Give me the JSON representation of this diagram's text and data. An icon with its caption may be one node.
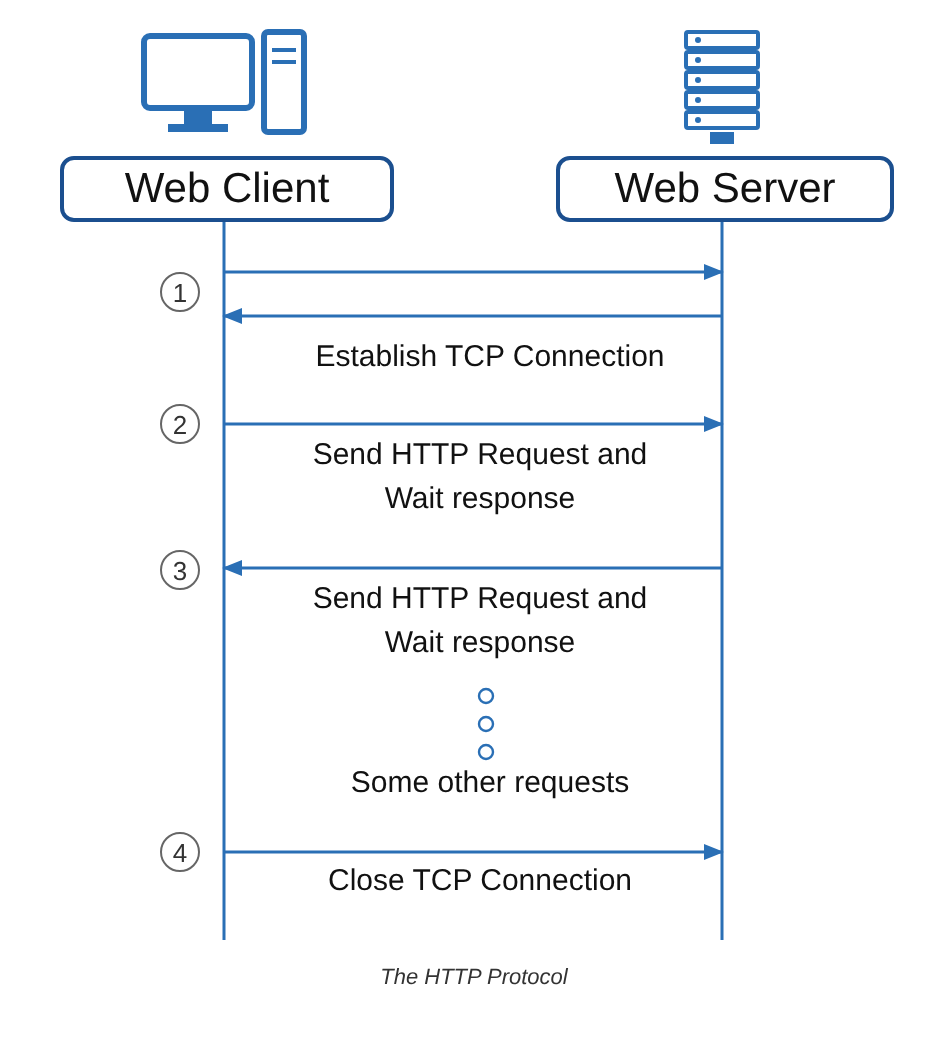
{
  "diagram": {
    "caption": "The HTTP Protocol",
    "nodes": [
      {
        "text": [
          "Web Client"
        ]
      },
      {
        "text": [
          "Web Server"
        ]
      }
    ],
    "edges": [
      {
        "from": 0,
        "to": 1,
        "arrow": "to"
      },
      {
        "from": 1,
        "to": 0,
        "arrow": "to",
        "label": "Establish TCP Connection"
      },
      {
        "from": 0,
        "to": 1,
        "arrow": "to",
        "label": "Send HTTP Request and Wait response"
      },
      {
        "from": 1,
        "to": 0,
        "arrow": "to",
        "label": "Send HTTP Request and Wait response"
      },
      {
        "from": 0,
        "to": 1,
        "arrow": "to",
        "label": "Close TCP Connection"
      }
    ],
    "labels": [
      "1",
      "2",
      "3",
      "Some other requests",
      "4"
    ]
  }
}
